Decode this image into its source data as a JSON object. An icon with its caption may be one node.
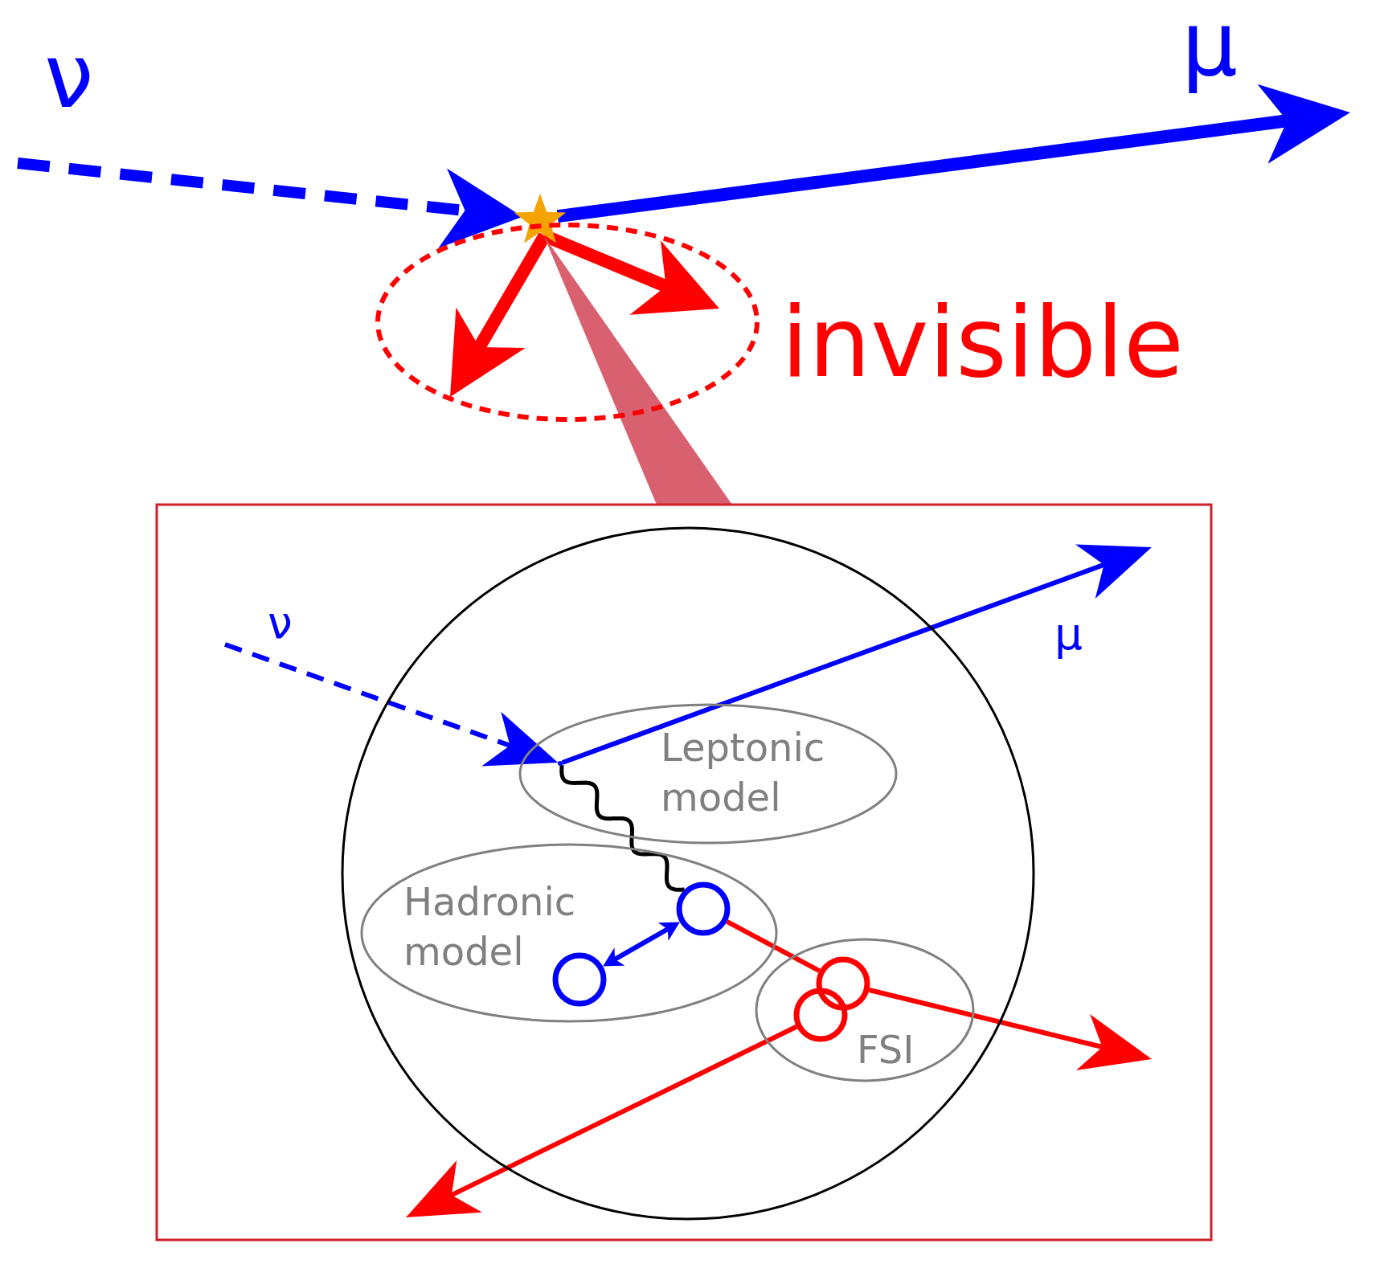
{
  "diagram": {
    "nodes": [
      {
        "text": [],
        "shape": "star"
      },
      {
        "text": [],
        "shape": "ellipse",
        "beside": [
          "invisible"
        ]
      },
      {
        "text": [],
        "shape": "box"
      },
      {
        "text": [],
        "shape": "circle",
        "in": 2
      },
      {
        "text": [
          "Leptonic model"
        ],
        "in": 3
      },
      {
        "text": [
          "Hadronic model"
        ],
        "in": 3
      },
      {
        "text": [
          "FSI"
        ],
        "in": 3
      },
      {
        "text": [],
        "shape": "circle",
        "in": 5
      },
      {
        "text": [],
        "shape": "circle",
        "in": 5
      },
      {
        "text": [],
        "shape": "circle",
        "in": 6
      },
      {
        "text": [],
        "shape": "circle",
        "in": 6
      },
      {
        "text": [],
        "shape": "point",
        "in": 4
      }
    ],
    "edges": [
      {
        "from": null,
        "to": 0,
        "arrow": "to",
        "style": "dashed",
        "color": "#0000ff"
      },
      {
        "from": 0,
        "to": null,
        "arrow": "to",
        "style": "thick",
        "color": "#0000ff"
      },
      {
        "from": 0,
        "to": 1,
        "arrow": "to",
        "style": "thick",
        "color": "#ff0000"
      },
      {
        "from": 0,
        "to": 1,
        "arrow": "to",
        "style": "thick",
        "color": "#ff0000"
      },
      {
        "from": null,
        "to": 11,
        "arrow": "to",
        "style": "dashed",
        "color": "#0000ff"
      },
      {
        "from": 11,
        "to": null,
        "arrow": "to",
        "color": "#0000ff"
      },
      {
        "from": 11,
        "to": 7,
        "arrow": "none",
        "color": "#000000"
      },
      {
        "from": 7,
        "to": 8,
        "arrow": "both",
        "color": "#0000ff"
      },
      {
        "from": 7,
        "to": 9,
        "arrow": "none",
        "color": "#ff0000"
      },
      {
        "from": 9,
        "to": null,
        "arrow": "to",
        "color": "#ff0000"
      },
      {
        "from": 10,
        "to": null,
        "arrow": "to",
        "color": "#ff0000"
      },
      {
        "from": 0,
        "to": 2,
        "arrow": "none",
        "style": "thick",
        "color": "#d9606f"
      }
    ],
    "labels": [
      "ν",
      "μ",
      "ν",
      "μ"
    ]
  }
}
